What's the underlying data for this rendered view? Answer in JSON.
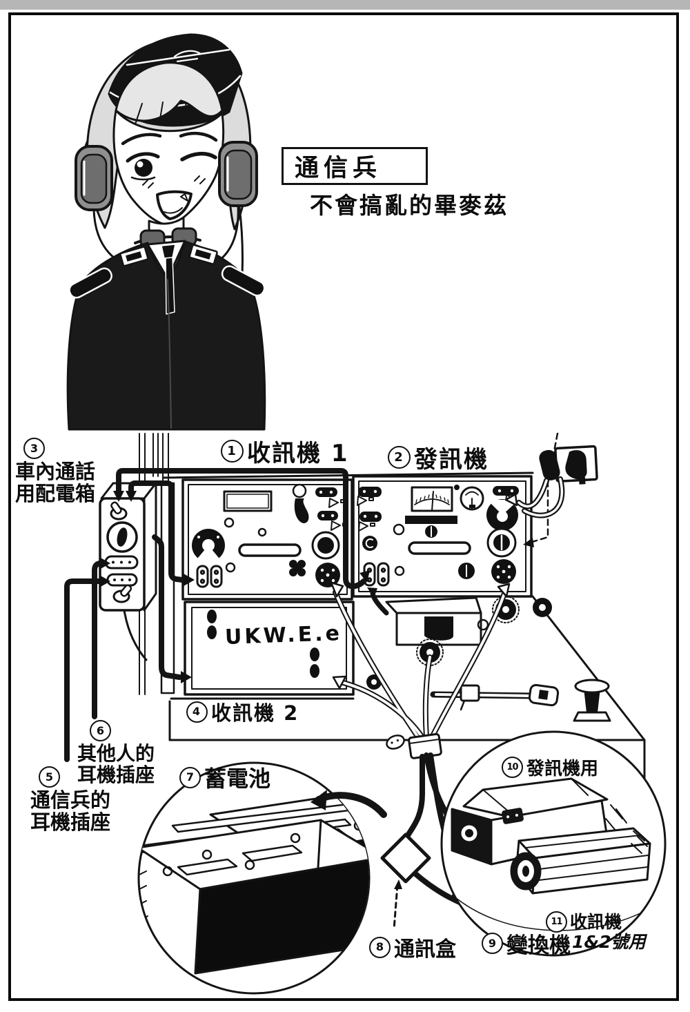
{
  "page": {
    "title_box": "通信兵",
    "subtitle": "不會搞亂的畢麥茲"
  },
  "diagram": {
    "device_marking": "UKW.E.e",
    "labels": [
      {
        "id": "receiver1",
        "num": "1",
        "lines": [
          "收訊機 1"
        ]
      },
      {
        "id": "transmitter",
        "num": "2",
        "lines": [
          "發訊機"
        ]
      },
      {
        "id": "intercom-distribution-box",
        "num": "3",
        "lines": [
          "車內通話",
          "用配電箱"
        ]
      },
      {
        "id": "receiver2",
        "num": "4",
        "lines": [
          "收訊機 2"
        ]
      },
      {
        "id": "operator-headphone-jack",
        "num": "5",
        "lines": [
          "通信兵的",
          "耳機插座"
        ]
      },
      {
        "id": "others-headphone-jack",
        "num": "6",
        "lines": [
          "其他人的",
          "耳機插座"
        ]
      },
      {
        "id": "battery",
        "num": "7",
        "lines": [
          "蓄電池"
        ]
      },
      {
        "id": "junction-box",
        "num": "8",
        "lines": [
          "通訊盒"
        ]
      },
      {
        "id": "converter",
        "num": "9",
        "lines": [
          "變換機"
        ]
      },
      {
        "id": "for-transmitter",
        "num": "10",
        "lines": [
          "發訊機用"
        ]
      },
      {
        "id": "for-receivers-1-2",
        "num": "11",
        "lines": [
          "收訊機",
          "1&2號用"
        ]
      }
    ]
  }
}
